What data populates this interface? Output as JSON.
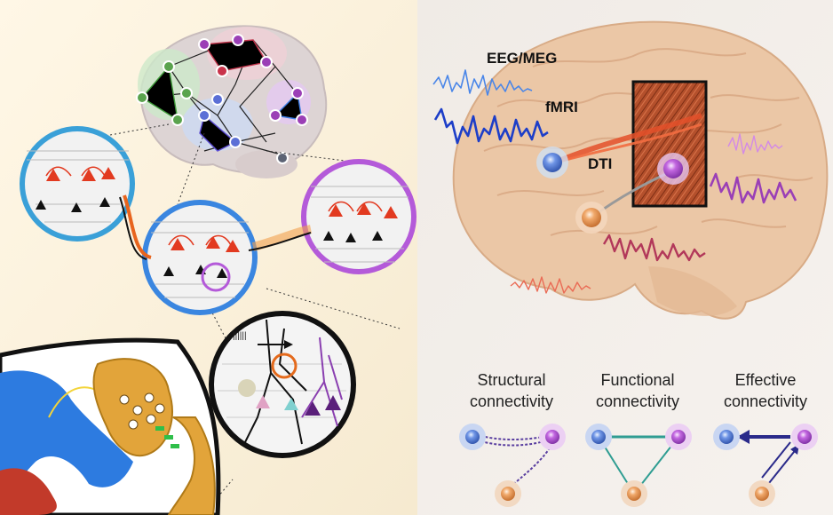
{
  "labels": {
    "eeg_meg": "EEG/MEG",
    "fmri": "fMRI",
    "dti": "DTI",
    "scale_bar": "||||||"
  },
  "connectivity_types": [
    {
      "line1": "Structural",
      "line2": "connectivity"
    },
    {
      "line1": "Functional",
      "line2": "connectivity"
    },
    {
      "line1": "Effective",
      "line2": "connectivity"
    }
  ],
  "colors": {
    "left_bg": "#fdf4e1",
    "right_bg": "#f1ece6",
    "brain": "#e9c4a3",
    "node_blue": "#5f86d6",
    "node_purple": "#b95ad9",
    "node_orange": "#e8a46b",
    "node_green": "#7db06a",
    "node_red": "#c9324a",
    "wave_blue": "#3b78e0",
    "wave_darkblue": "#1f3fc4",
    "wave_purple": "#9b3fb5",
    "wave_pink": "#d05a6a",
    "teal": "#2f9d92",
    "navy": "#2a2a8a",
    "neuron_red": "#e23a20",
    "dti_box": "#b8532e"
  },
  "icons": [
    "brain-network",
    "neuron-circle",
    "synapse",
    "waveform",
    "dti-tract"
  ]
}
